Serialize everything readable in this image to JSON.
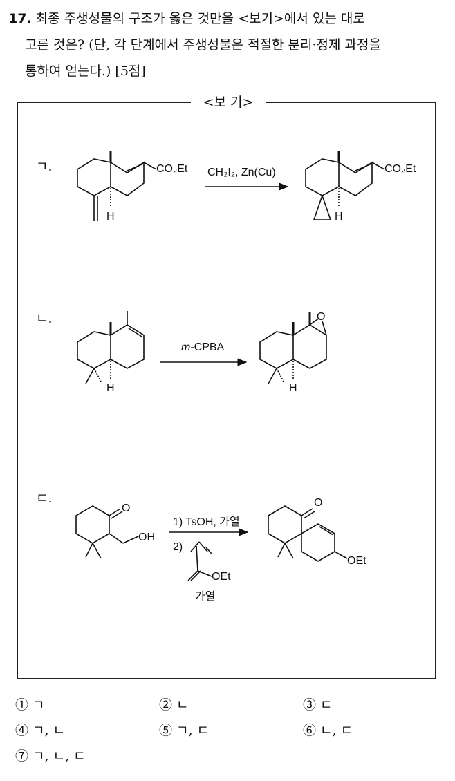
{
  "question": {
    "number": "17.",
    "lines": [
      "최종 주생성물의 구조가 옳은 것만을 <보기>에서 있는 대로",
      "고른 것은? (단, 각 단계에서 주생성물은 적절한 분리·정제 과정을",
      "통하여 얻는다.) [5점]"
    ]
  },
  "box": {
    "title": "<보 기>",
    "items": [
      {
        "label": "ㄱ.",
        "start_substituent": "CO₂Et",
        "start_h": "H",
        "reagent": "CH₂I₂, Zn(Cu)",
        "product_substituent": "CO₂Et",
        "product_h": "H"
      },
      {
        "label": "ㄴ.",
        "start_h": "H",
        "reagent_prefix": "m",
        "reagent_rest": "-CPBA",
        "product_h": "H",
        "product_o": "O"
      },
      {
        "label": "ㄷ.",
        "start_o": "O",
        "start_oh": "OH",
        "reagent_1": "1) TsOH, 가열",
        "reagent_2": "2)",
        "reagent_2_group": "OEt",
        "reagent_2_cond": "가열",
        "product_o": "O",
        "product_oet": "OEt"
      }
    ]
  },
  "choices": [
    "① ㄱ",
    "② ㄴ",
    "③ ㄷ",
    "④ ㄱ, ㄴ",
    "⑤ ㄱ, ㄷ",
    "⑥ ㄴ, ㄷ",
    "⑦ ㄱ, ㄴ, ㄷ"
  ]
}
